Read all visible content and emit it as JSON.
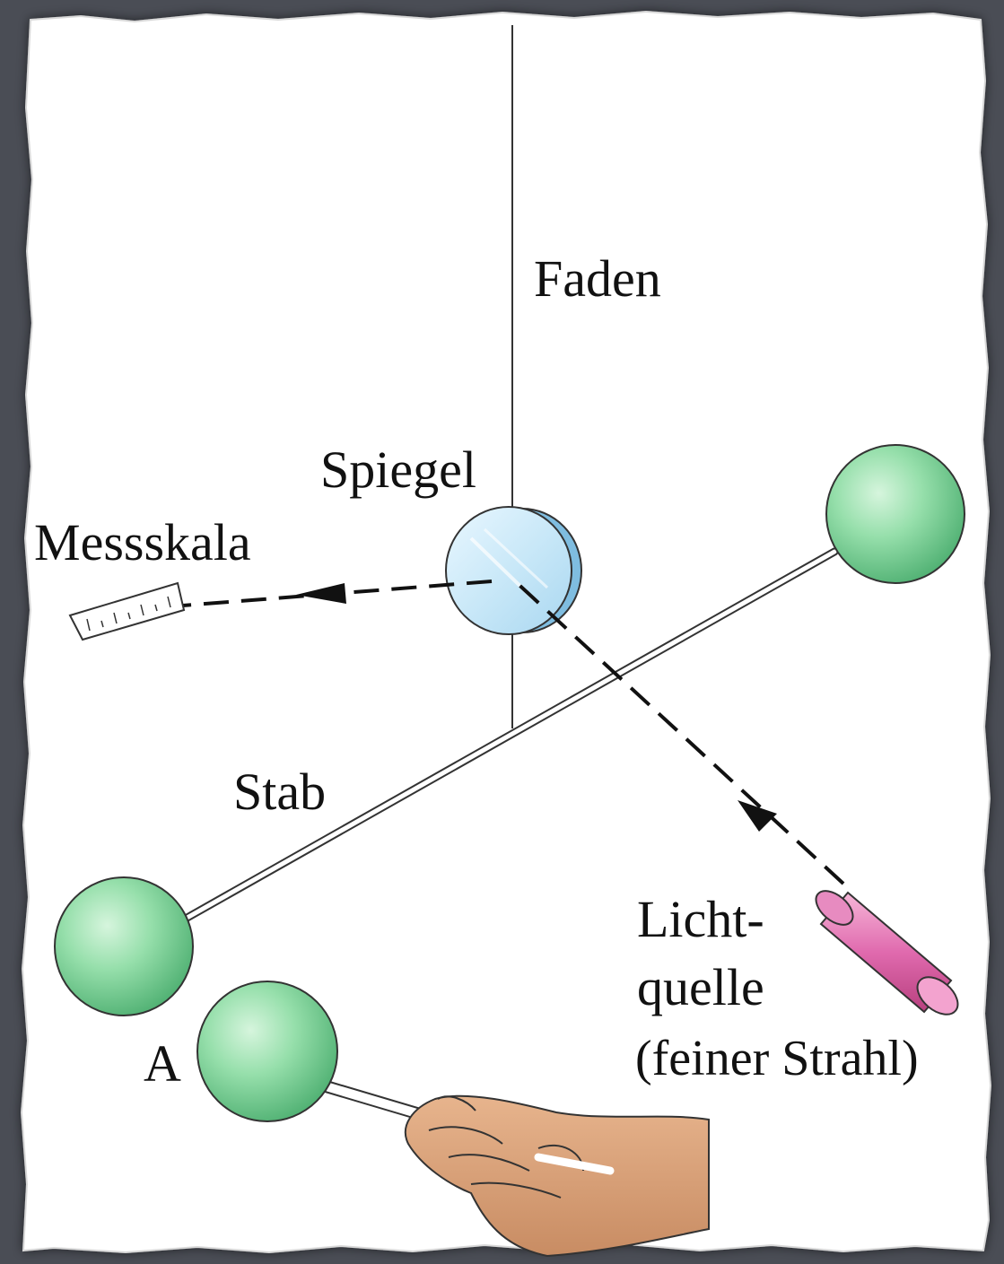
{
  "labels": {
    "faden": "Faden",
    "spiegel": "Spiegel",
    "messskala": "Messskala",
    "stab": "Stab",
    "ball_a": "A",
    "lichtquelle_1": "Licht-",
    "lichtquelle_2": "quelle",
    "lichtquelle_3": "(feiner Strahl)"
  },
  "colors": {
    "background": "#4a4d55",
    "paper": "#ffffff",
    "ball": "#8fdca4",
    "mirror": "#cfeaf8",
    "mirror_edge": "#7fbde0",
    "light_source": "#e36fb0",
    "hand": "#d9a27a",
    "beam": "#111111"
  }
}
